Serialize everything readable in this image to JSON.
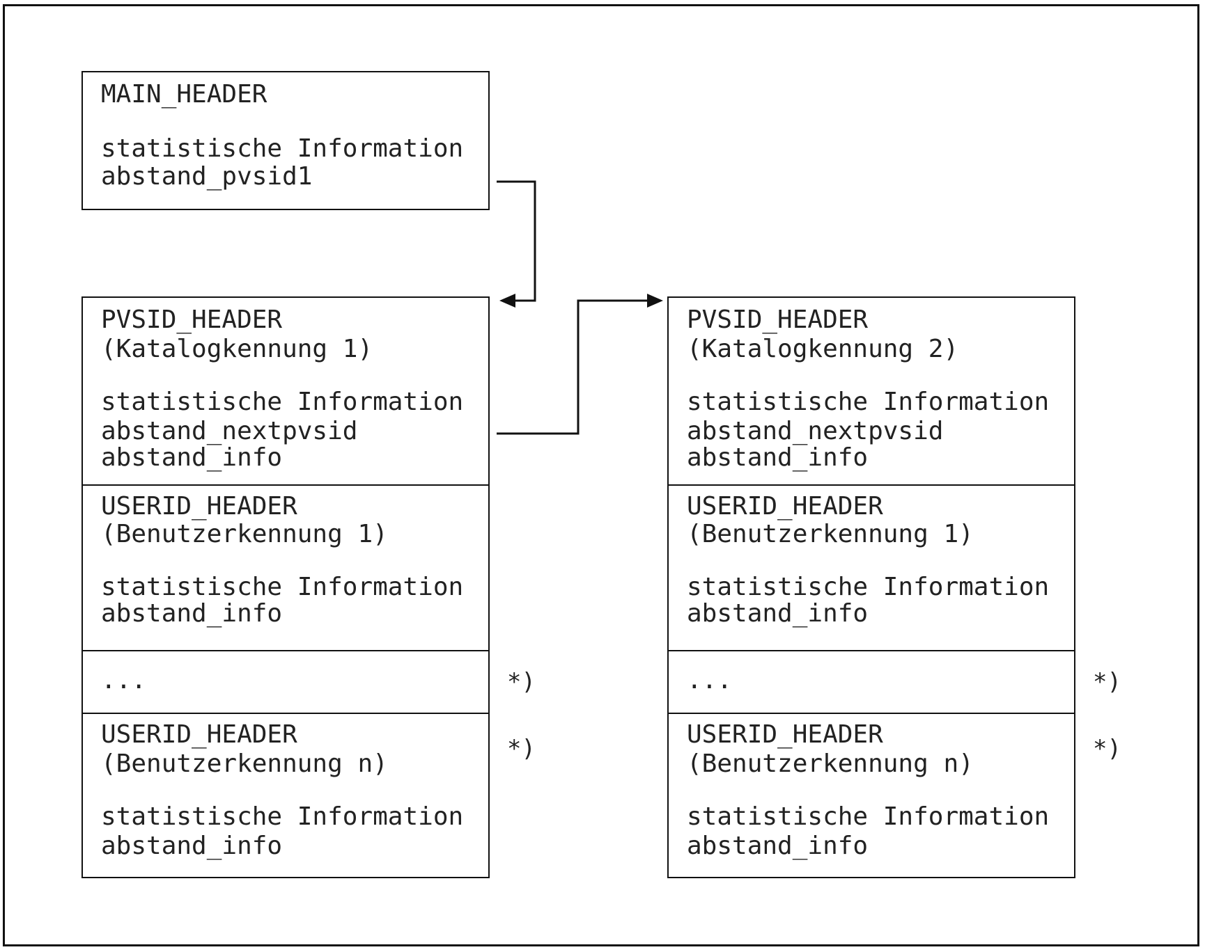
{
  "main_header": {
    "title": "MAIN_HEADER",
    "lines": [
      "statistische Information",
      "abstand_pvsid1"
    ]
  },
  "pvsid1": {
    "header": {
      "title": "PVSID_HEADER",
      "subtitle": "(Katalogkennung 1)",
      "lines": [
        "statistische Information",
        "abstand_nextpvsid",
        "abstand_info"
      ]
    },
    "userid_first": {
      "title": "USERID_HEADER",
      "subtitle": "(Benutzerkennung 1)",
      "lines": [
        "statistische Information",
        "abstand_info"
      ]
    },
    "ellipsis": "...",
    "userid_last": {
      "title": "USERID_HEADER",
      "subtitle": "(Benutzerkennung n)",
      "lines": [
        "statistische Information",
        "abstand_info"
      ]
    },
    "footnote_marks": [
      "*)",
      "*)"
    ]
  },
  "pvsid2": {
    "header": {
      "title": "PVSID_HEADER",
      "subtitle": "(Katalogkennung 2)",
      "lines": [
        "statistische Information",
        "abstand_nextpvsid",
        "abstand_info"
      ]
    },
    "userid_first": {
      "title": "USERID_HEADER",
      "subtitle": "(Benutzerkennung 1)",
      "lines": [
        "statistische Information",
        "abstand_info"
      ]
    },
    "ellipsis": "...",
    "userid_last": {
      "title": "USERID_HEADER",
      "subtitle": "(Benutzerkennung n)",
      "lines": [
        "statistische Information",
        "abstand_info"
      ]
    },
    "footnote_marks": [
      "*)",
      "*)"
    ]
  }
}
